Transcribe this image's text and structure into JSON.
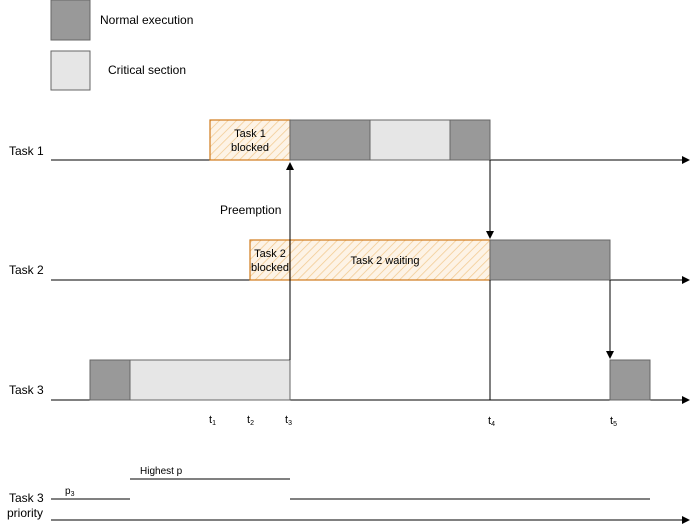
{
  "legend": {
    "normal_label": "Normal execution",
    "critical_label": "Critical section"
  },
  "tasks": {
    "task1": "Task 1",
    "task2": "Task 2",
    "task3": "Task 3"
  },
  "boxes": {
    "task1_blocked_line1": "Task 1",
    "task1_blocked_line2": "blocked",
    "task2_blocked_line1": "Task 2",
    "task2_blocked_line2": "blocked",
    "task2_waiting": "Task 2 waiting"
  },
  "annotations": {
    "preemption": "Preemption",
    "highest_p": "Highest p",
    "p3": "p",
    "p3_sub": "3"
  },
  "ticks": [
    {
      "t": "t",
      "sub": "1"
    },
    {
      "t": "t",
      "sub": "2"
    },
    {
      "t": "t",
      "sub": "3"
    },
    {
      "t": "t",
      "sub": "4"
    },
    {
      "t": "t",
      "sub": "5"
    }
  ],
  "priority_axis": {
    "line1": "Task 3",
    "line2": "priority"
  },
  "colors": {
    "normal": "#999999",
    "critical": "#e6e6e6",
    "blocked_stroke": "#d07a1a",
    "line": "#000000"
  }
}
